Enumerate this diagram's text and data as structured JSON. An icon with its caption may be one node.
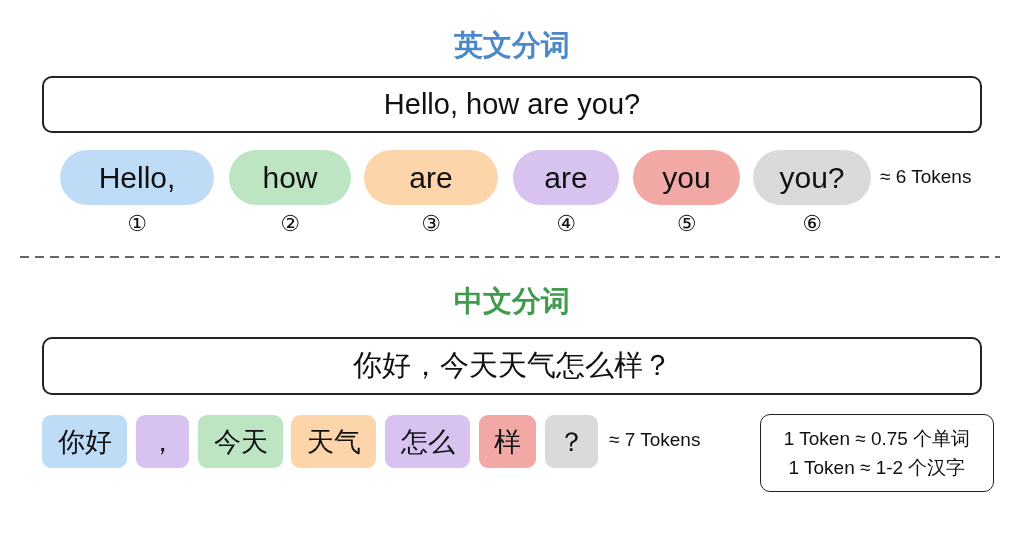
{
  "diagram": {
    "nodes": [
      {
        "text": [
          "Hello, how are you?"
        ]
      },
      {
        "text": [
          "Hello,"
        ],
        "beside": [
          "①"
        ]
      },
      {
        "text": [
          "how"
        ],
        "beside": [
          "②"
        ]
      },
      {
        "text": [
          "are"
        ],
        "beside": [
          "③"
        ]
      },
      {
        "text": [
          "are"
        ],
        "beside": [
          "④"
        ]
      },
      {
        "text": [
          "you"
        ],
        "beside": [
          "⑤"
        ]
      },
      {
        "text": [
          "you?"
        ],
        "beside": [
          "⑥"
        ]
      },
      {
        "text": [
          "你好，今天天气怎么样？"
        ]
      },
      {
        "text": [
          "你好"
        ]
      },
      {
        "text": [
          "，"
        ]
      },
      {
        "text": [
          "今天"
        ]
      },
      {
        "text": [
          "天气"
        ]
      },
      {
        "text": [
          "怎么"
        ]
      },
      {
        "text": [
          "样"
        ]
      },
      {
        "text": [
          "？"
        ]
      },
      {
        "text": [
          "1 Token ≈ 0.75 个单词",
          "1 Token ≈ 1-2 个汉字"
        ]
      }
    ],
    "labels": [
      "英文分词",
      "≈ 6 Tokens",
      "中文分词",
      "≈ 7 Tokens"
    ]
  }
}
